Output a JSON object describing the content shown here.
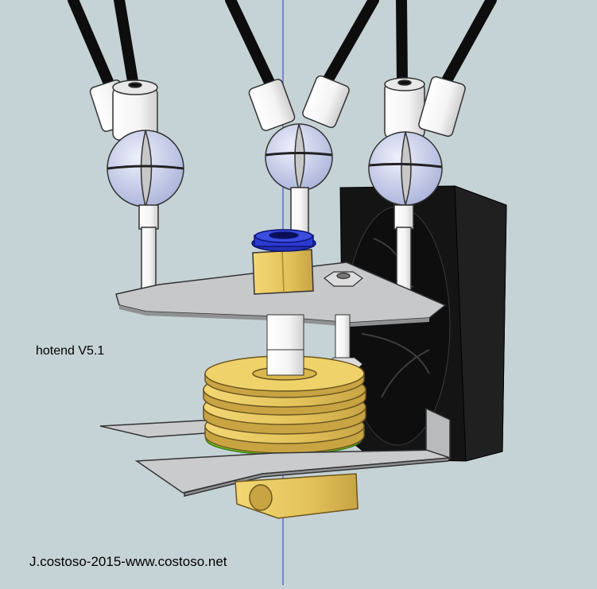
{
  "model_label": "hotend V5.1",
  "credit": "J.costoso-2015-www.costoso.net",
  "colors": {
    "background": "#c6d3d6",
    "axis_line": "#2b37c8",
    "rod": "#0d0d0d",
    "white_part": "#f2f2f2",
    "ball_joint": "#c9cfea",
    "plate": "#c2c4c6",
    "brass": "#e6c95c",
    "heatsink": "#d9b84d",
    "fitting": "#2330b5",
    "insulator": "#7bd62c",
    "fan": "#111111"
  },
  "icons": [
    "delta-arm-rod",
    "ball-joint",
    "fan",
    "heatsink",
    "brass-nut",
    "pneumatic-fitting",
    "heater-block"
  ]
}
